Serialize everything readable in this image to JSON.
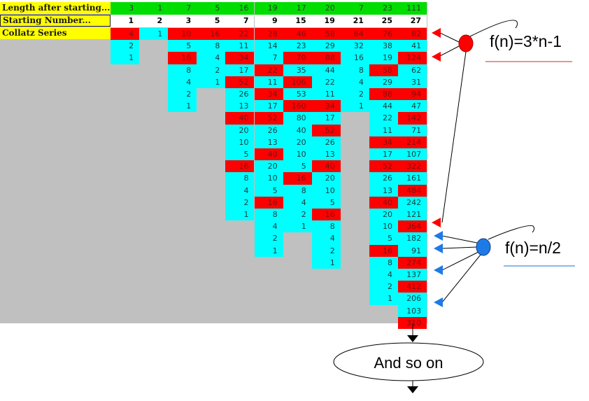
{
  "sheet": {
    "labels": [
      "Length after starting...",
      "Starting Number...",
      "Collatz Series"
    ],
    "lengths": [
      "3",
      "1",
      "7",
      "5",
      "16",
      "19",
      "17",
      "20",
      "7",
      "23",
      "111"
    ],
    "starts": [
      "1",
      "2",
      "3",
      "5",
      "7",
      "9",
      "15",
      "19",
      "21",
      "25",
      "27"
    ],
    "series": [
      [
        [
          "4",
          "r"
        ],
        [
          "2",
          "c"
        ],
        [
          "1",
          "c"
        ]
      ],
      [
        [
          "1",
          "c"
        ]
      ],
      [
        [
          "10",
          "r"
        ],
        [
          "5",
          "c"
        ],
        [
          "16",
          "r"
        ],
        [
          "8",
          "c"
        ],
        [
          "4",
          "c"
        ],
        [
          "2",
          "c"
        ],
        [
          "1",
          "c"
        ]
      ],
      [
        [
          "16",
          "r"
        ],
        [
          "8",
          "c"
        ],
        [
          "4",
          "c"
        ],
        [
          "2",
          "c"
        ],
        [
          "1",
          "c"
        ]
      ],
      [
        [
          "22",
          "r"
        ],
        [
          "11",
          "c"
        ],
        [
          "34",
          "r"
        ],
        [
          "17",
          "c"
        ],
        [
          "52",
          "r"
        ],
        [
          "26",
          "c"
        ],
        [
          "13",
          "c"
        ],
        [
          "40",
          "r"
        ],
        [
          "20",
          "c"
        ],
        [
          "10",
          "c"
        ],
        [
          "5",
          "c"
        ],
        [
          "16",
          "r"
        ],
        [
          "8",
          "c"
        ],
        [
          "4",
          "c"
        ],
        [
          "2",
          "c"
        ],
        [
          "1",
          "c"
        ]
      ],
      [
        [
          "28",
          "r"
        ],
        [
          "14",
          "c"
        ],
        [
          "7",
          "c"
        ],
        [
          "22",
          "r"
        ],
        [
          "11",
          "c"
        ],
        [
          "34",
          "r"
        ],
        [
          "17",
          "c"
        ],
        [
          "52",
          "r"
        ],
        [
          "26",
          "c"
        ],
        [
          "13",
          "c"
        ],
        [
          "40",
          "r"
        ],
        [
          "20",
          "c"
        ],
        [
          "10",
          "c"
        ],
        [
          "5",
          "c"
        ],
        [
          "16",
          "r"
        ],
        [
          "8",
          "c"
        ],
        [
          "4",
          "c"
        ],
        [
          "2",
          "c"
        ],
        [
          "1",
          "c"
        ]
      ],
      [
        [
          "46",
          "r"
        ],
        [
          "23",
          "c"
        ],
        [
          "70",
          "r"
        ],
        [
          "35",
          "c"
        ],
        [
          "106",
          "r"
        ],
        [
          "53",
          "c"
        ],
        [
          "160",
          "r"
        ],
        [
          "80",
          "c"
        ],
        [
          "40",
          "c"
        ],
        [
          "20",
          "c"
        ],
        [
          "10",
          "c"
        ],
        [
          "5",
          "c"
        ],
        [
          "16",
          "r"
        ],
        [
          "8",
          "c"
        ],
        [
          "4",
          "c"
        ],
        [
          "2",
          "c"
        ],
        [
          "1",
          "c"
        ]
      ],
      [
        [
          "58",
          "r"
        ],
        [
          "29",
          "c"
        ],
        [
          "88",
          "r"
        ],
        [
          "44",
          "c"
        ],
        [
          "22",
          "c"
        ],
        [
          "11",
          "c"
        ],
        [
          "34",
          "r"
        ],
        [
          "17",
          "c"
        ],
        [
          "52",
          "r"
        ],
        [
          "26",
          "c"
        ],
        [
          "13",
          "c"
        ],
        [
          "40",
          "r"
        ],
        [
          "20",
          "c"
        ],
        [
          "10",
          "c"
        ],
        [
          "5",
          "c"
        ],
        [
          "16",
          "r"
        ],
        [
          "8",
          "c"
        ],
        [
          "4",
          "c"
        ],
        [
          "2",
          "c"
        ],
        [
          "1",
          "c"
        ]
      ],
      [
        [
          "64",
          "r"
        ],
        [
          "32",
          "c"
        ],
        [
          "16",
          "c"
        ],
        [
          "8",
          "c"
        ],
        [
          "4",
          "c"
        ],
        [
          "2",
          "c"
        ],
        [
          "1",
          "c"
        ]
      ],
      [
        [
          "76",
          "r"
        ],
        [
          "38",
          "c"
        ],
        [
          "19",
          "c"
        ],
        [
          "58",
          "r"
        ],
        [
          "29",
          "c"
        ],
        [
          "88",
          "r"
        ],
        [
          "44",
          "c"
        ],
        [
          "22",
          "c"
        ],
        [
          "11",
          "c"
        ],
        [
          "34",
          "r"
        ],
        [
          "17",
          "c"
        ],
        [
          "52",
          "r"
        ],
        [
          "26",
          "c"
        ],
        [
          "13",
          "c"
        ],
        [
          "40",
          "r"
        ],
        [
          "20",
          "c"
        ],
        [
          "10",
          "c"
        ],
        [
          "5",
          "c"
        ],
        [
          "16",
          "r"
        ],
        [
          "8",
          "c"
        ],
        [
          "4",
          "c"
        ],
        [
          "2",
          "c"
        ],
        [
          "1",
          "c"
        ]
      ],
      [
        [
          "82",
          "r"
        ],
        [
          "41",
          "c"
        ],
        [
          "124",
          "r"
        ],
        [
          "62",
          "c"
        ],
        [
          "31",
          "c"
        ],
        [
          "94",
          "r"
        ],
        [
          "47",
          "c"
        ],
        [
          "142",
          "r"
        ],
        [
          "71",
          "c"
        ],
        [
          "214",
          "r"
        ],
        [
          "107",
          "c"
        ],
        [
          "322",
          "r"
        ],
        [
          "161",
          "c"
        ],
        [
          "484",
          "r"
        ],
        [
          "242",
          "c"
        ],
        [
          "121",
          "c"
        ],
        [
          "364",
          "r"
        ],
        [
          "182",
          "c"
        ],
        [
          "91",
          "c"
        ],
        [
          "274",
          "r"
        ],
        [
          "137",
          "c"
        ],
        [
          "412",
          "r"
        ],
        [
          "206",
          "c"
        ],
        [
          "103",
          "c"
        ],
        [
          "310",
          "r"
        ]
      ]
    ]
  },
  "annotations": {
    "odd_rule": "f(n)=3*n-1",
    "even_rule": "f(n)=n/2",
    "continuation": "And so on"
  },
  "colors": {
    "odd": "#ff0000",
    "even": "#00ffff",
    "length_row": "#00dd00",
    "label": "#ffff00",
    "odd_marker": "#ff0000",
    "even_marker": "#1e7ae6"
  }
}
